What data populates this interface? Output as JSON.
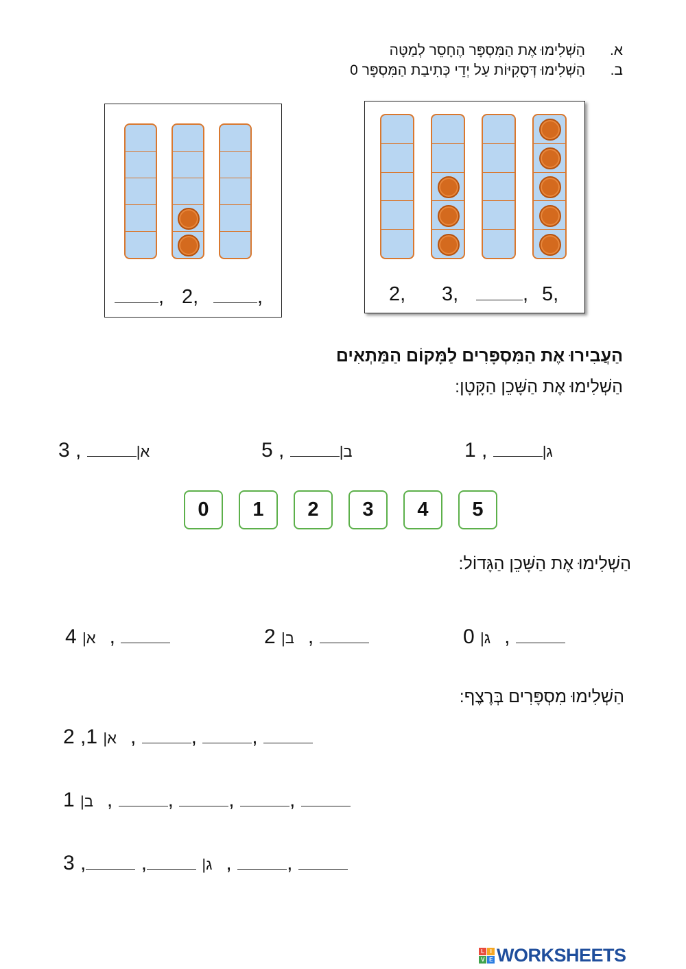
{
  "instructions": [
    {
      "marker": "א.",
      "text": "הַשְׁלִימוּ אֶת הַמִּסְפָּר הֶחָסֵר לְמַטָּה"
    },
    {
      "marker": "ב.",
      "text": "הַשְׁלִימוּ דְּסָקִיּוֹת עַל יְדֵי כְּתִיבַת הַמִּסְפָּר 0"
    }
  ],
  "frames": {
    "left": {
      "columns": [
        0,
        2,
        0
      ],
      "labels": [
        "",
        "2,",
        ""
      ]
    },
    "right": {
      "columns": [
        0,
        3,
        0,
        5
      ],
      "labels": [
        "2,",
        "3,",
        "",
        "5,"
      ]
    }
  },
  "colors": {
    "cell": "#b8d6f2",
    "cell_border": "#d9782f",
    "dot": "#d46a1e",
    "tile_border": "#5cb04a",
    "logo": "#1f4e9c"
  },
  "heading_move": "הַעֲבִירוּ אֶת הַמִּסְפָּרִים לַמָּקוֹם הַמַּתְאִים",
  "small_neighbor": {
    "title": "הַשְׁלִימוּ אֶת הַשָּׁכֵן הַקָּטָן:",
    "items": [
      {
        "letter": "א|",
        "number": "3"
      },
      {
        "letter": "ב|",
        "number": "5"
      },
      {
        "letter": "ג|",
        "number": "1"
      }
    ]
  },
  "tiles": [
    "0",
    "1",
    "2",
    "3",
    "4",
    "5"
  ],
  "big_neighbor": {
    "title": "הַשְׁלִימוּ אֶת הַשָּׁכֵן הַגָּדוֹל:",
    "items": [
      {
        "letter": "א|",
        "number": "4,"
      },
      {
        "letter": "ב|",
        "number": "2,"
      },
      {
        "letter": "ג|",
        "number": "0,"
      }
    ]
  },
  "sequence": {
    "title": "הַשְׁלִימוּ מִסְפָּרִים בְּרֶצֶף:",
    "rows": [
      {
        "letter": "א|",
        "items": [
          "1,",
          "2,",
          "_",
          "_",
          "_"
        ]
      },
      {
        "letter": "ב|",
        "items": [
          "1,",
          "_",
          "_",
          "_",
          "_"
        ]
      },
      {
        "letter": "ג|",
        "items": [
          "_",
          "_",
          "3,",
          "_",
          "_"
        ]
      }
    ]
  },
  "logo": "LIVEWORKSHEETS"
}
